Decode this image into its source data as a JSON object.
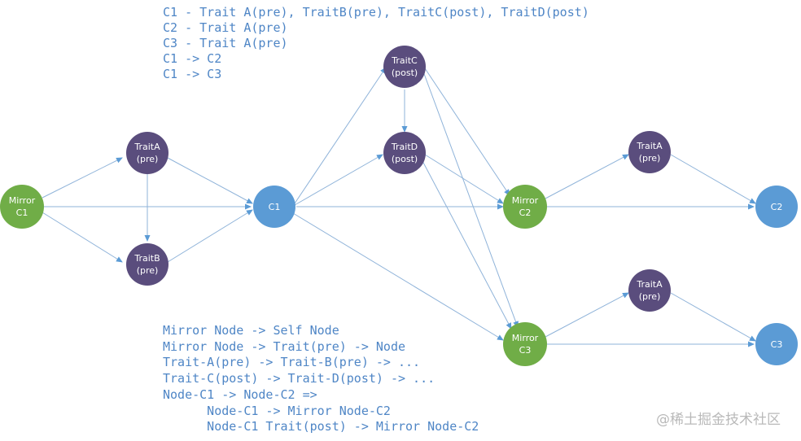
{
  "notes_top": [
    "C1 - Trait A(pre), TraitB(pre), TraitC(post), TraitD(post)",
    "C2 - Trait A(pre)",
    "C3 - Trait A(pre)",
    "C1 -> C2",
    "C1 -> C3"
  ],
  "notes_bottom": [
    "Mirror Node -> Self Node",
    "Mirror Node -> Trait(pre) -> Node",
    "Trait-A(pre) -> Trait-B(pre) -> ...",
    "Trait-C(post) -> Trait-D(post) -> ...",
    "Node-C1 -> Node-C2 =>",
    "      Node-C1 -> Mirror Node-C2",
    "      Node-C1 Trait(post) -> Mirror Node-C2"
  ],
  "nodes": {
    "mirror_c1": [
      "Mirror",
      "C1"
    ],
    "trait_a_pre_1": [
      "TraitA",
      "(pre)"
    ],
    "trait_b_pre": [
      "TraitB",
      "(pre)"
    ],
    "c1": [
      "C1"
    ],
    "trait_c_post": [
      "TraitC",
      "(post)"
    ],
    "trait_d_post": [
      "TraitD",
      "(post)"
    ],
    "mirror_c2": [
      "Mirror",
      "C2"
    ],
    "mirror_c3": [
      "Mirror",
      "C3"
    ],
    "trait_a_pre_2": [
      "TraitA",
      "(pre)"
    ],
    "trait_a_pre_3": [
      "TraitA",
      "(pre)"
    ],
    "c2": [
      "C2"
    ],
    "c3": [
      "C3"
    ]
  },
  "colors": {
    "mirror": "#70ad47",
    "trait": "#5a4d7d",
    "node": "#5b9bd5",
    "edge": "#8fb3d9",
    "text": "#4f86c6",
    "watermark": "#b9b9b9"
  },
  "watermark": "@稀土掘金技术社区"
}
